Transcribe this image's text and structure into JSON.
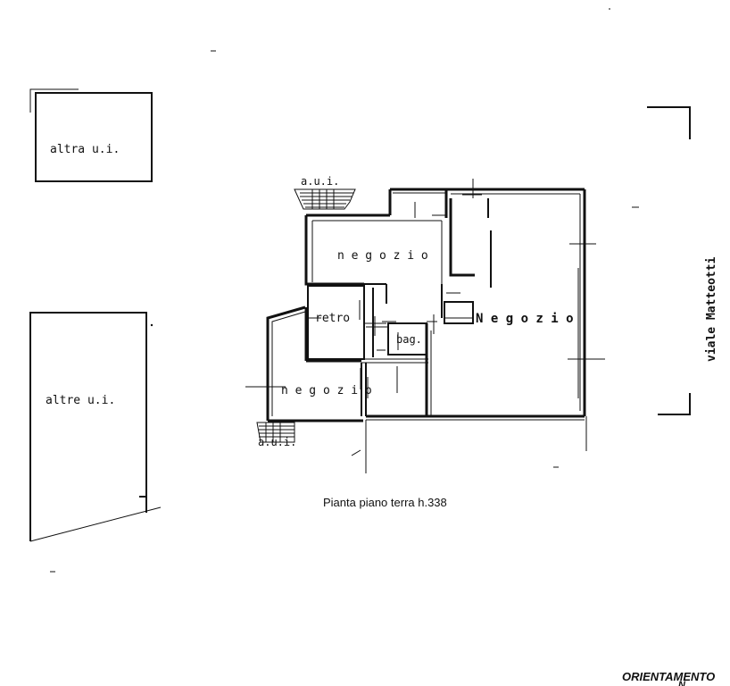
{
  "labels": {
    "altra_ui": "altra u.i.",
    "altre_ui": "altre u.i.",
    "aui_top": "a.u.i.",
    "aui_bottom": "a.u.i.",
    "negozio_top": "n e g o z i o",
    "negozio_big": "N e g o z i o",
    "negozio_bottom": "n e g o z i o",
    "retro": "retro",
    "bag": "bag.",
    "street": "viale Matteotti",
    "caption": "Pianta piano terra h.338",
    "orientation": "ORIENTAMENTO",
    "north": "N"
  }
}
